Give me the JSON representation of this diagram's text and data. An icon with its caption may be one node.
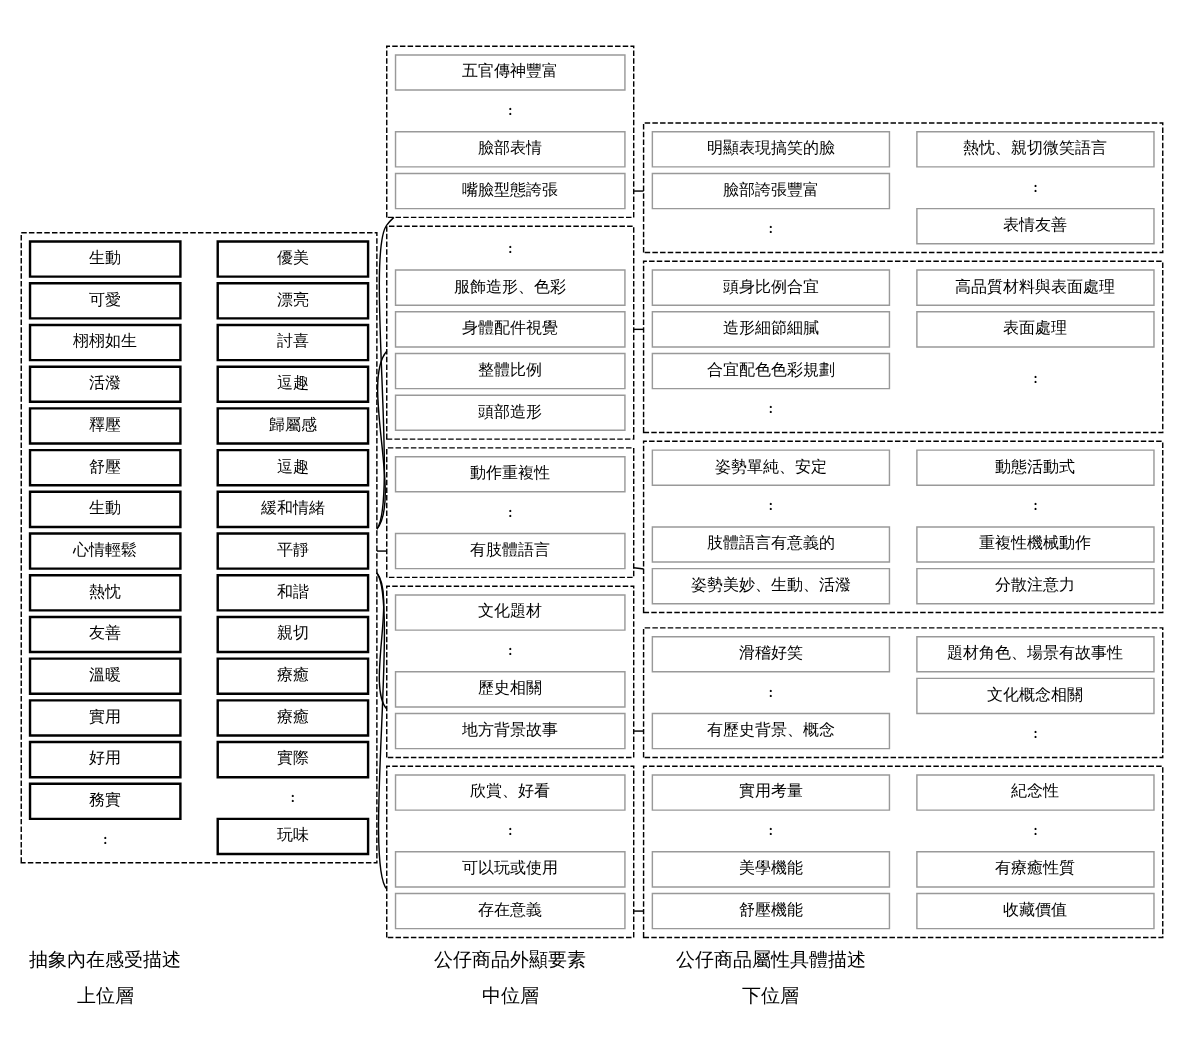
{
  "diagram": {
    "nodes": [
      {
        "text": [],
        "shape": "box"
      },
      {
        "text": [
          "生動"
        ],
        "in": 0
      },
      {
        "text": [
          "優美"
        ],
        "in": 0
      },
      {
        "text": [
          "可愛"
        ],
        "in": 0
      },
      {
        "text": [
          "漂亮"
        ],
        "in": 0
      },
      {
        "text": [
          "栩栩如生"
        ],
        "in": 0
      },
      {
        "text": [
          "討喜"
        ],
        "in": 0
      },
      {
        "text": [
          "活潑"
        ],
        "in": 0
      },
      {
        "text": [
          "逗趣"
        ],
        "in": 0
      },
      {
        "text": [
          "釋壓"
        ],
        "in": 0
      },
      {
        "text": [
          "歸屬感"
        ],
        "in": 0
      },
      {
        "text": [
          "舒壓"
        ],
        "in": 0
      },
      {
        "text": [
          "逗趣"
        ],
        "in": 0
      },
      {
        "text": [
          "生動"
        ],
        "in": 0
      },
      {
        "text": [
          "緩和情緒"
        ],
        "in": 0
      },
      {
        "text": [
          "心情輕鬆"
        ],
        "in": 0
      },
      {
        "text": [
          "平靜"
        ],
        "in": 0
      },
      {
        "text": [
          "熱忱"
        ],
        "in": 0
      },
      {
        "text": [
          "和諧"
        ],
        "in": 0
      },
      {
        "text": [
          "友善"
        ],
        "in": 0
      },
      {
        "text": [
          "親切"
        ],
        "in": 0
      },
      {
        "text": [
          "溫暖"
        ],
        "in": 0
      },
      {
        "text": [
          "療癒"
        ],
        "in": 0
      },
      {
        "text": [
          "實用"
        ],
        "in": 0
      },
      {
        "text": [
          "療癒"
        ],
        "in": 0
      },
      {
        "text": [
          "好用"
        ],
        "in": 0
      },
      {
        "text": [
          "實際"
        ],
        "in": 0
      },
      {
        "text": [
          "務實"
        ],
        "in": 0
      },
      {
        "text": [
          "玩味"
        ],
        "in": 0
      },
      {
        "text": [],
        "shape": "box"
      },
      {
        "text": [
          "頭部造形"
        ],
        "in": 29
      },
      {
        "text": [
          "服飾造形、色彩"
        ],
        "in": 29
      },
      {
        "text": [
          "身體配件視覺"
        ],
        "in": 29
      },
      {
        "text": [
          "整體比例"
        ],
        "in": 29
      },
      {
        "text": [],
        "shape": "box"
      },
      {
        "text": [
          "五官傳神豐富"
        ],
        "in": 34
      },
      {
        "text": [
          "嘴臉型態誇張"
        ],
        "in": 34
      },
      {
        "text": [
          "臉部表情"
        ],
        "in": 34
      },
      {
        "text": [],
        "shape": "box"
      },
      {
        "text": [
          "動作重複性"
        ],
        "in": 38
      },
      {
        "text": [
          "有肢體語言"
        ],
        "in": 38
      },
      {
        "text": [],
        "shape": "box"
      },
      {
        "text": [
          "文化題材"
        ],
        "in": 41
      },
      {
        "text": [
          "地方背景故事"
        ],
        "in": 41
      },
      {
        "text": [
          "歷史相關"
        ],
        "in": 41
      },
      {
        "text": [],
        "shape": "box"
      },
      {
        "text": [
          "欣賞、好看"
        ],
        "in": 45
      },
      {
        "text": [
          "存在意義"
        ],
        "in": 45
      },
      {
        "text": [
          "可以玩或使用"
        ],
        "in": 45
      },
      {
        "text": [],
        "shape": "box"
      },
      {
        "text": [
          "頭身比例合宜"
        ],
        "in": 49
      },
      {
        "text": [
          "造形細節細膩"
        ],
        "in": 49
      },
      {
        "text": [
          "合宜配色色彩規劃"
        ],
        "in": 49
      },
      {
        "text": [
          "高品質材料與表面處理"
        ],
        "in": 49
      },
      {
        "text": [
          "表面處理"
        ],
        "in": 49
      },
      {
        "text": [],
        "shape": "box"
      },
      {
        "text": [
          "明顯表現搞笑的臉"
        ],
        "in": 55
      },
      {
        "text": [
          "臉部誇張豐富"
        ],
        "in": 55
      },
      {
        "text": [
          "熱忱、親切微笑語言"
        ],
        "in": 55
      },
      {
        "text": [
          "表情友善"
        ],
        "in": 55
      },
      {
        "text": [],
        "shape": "box"
      },
      {
        "text": [
          "姿勢單純、安定"
        ],
        "in": 60
      },
      {
        "text": [
          "姿勢美妙、生動、活潑"
        ],
        "in": 60
      },
      {
        "text": [
          "肢體語言有意義的"
        ],
        "in": 60
      },
      {
        "text": [
          "動態活動式"
        ],
        "in": 60
      },
      {
        "text": [
          "分散注意力"
        ],
        "in": 60
      },
      {
        "text": [
          "重複性機械動作"
        ],
        "in": 60
      },
      {
        "text": [],
        "shape": "box"
      },
      {
        "text": [
          "滑稽好笑"
        ],
        "in": 67
      },
      {
        "text": [
          "有歷史背景、概念"
        ],
        "in": 67
      },
      {
        "text": [
          "題材角色、場景有故事性"
        ],
        "in": 67
      },
      {
        "text": [
          "文化概念相關"
        ],
        "in": 67
      },
      {
        "text": [],
        "shape": "box"
      },
      {
        "text": [
          "實用考量"
        ],
        "in": 72
      },
      {
        "text": [
          "舒壓機能"
        ],
        "in": 72
      },
      {
        "text": [
          "美學機能"
        ],
        "in": 72
      },
      {
        "text": [
          "紀念性"
        ],
        "in": 72
      },
      {
        "text": [
          "收藏價值"
        ],
        "in": 72
      },
      {
        "text": [
          "有療癒性質"
        ],
        "in": 72
      }
    ],
    "edges": [
      {
        "from": 0,
        "to": 29,
        "arrow": "none"
      },
      {
        "from": 0,
        "to": 34,
        "arrow": "none"
      },
      {
        "from": 0,
        "to": 38,
        "arrow": "none"
      },
      {
        "from": 0,
        "to": 41,
        "arrow": "none"
      },
      {
        "from": 0,
        "to": 45,
        "arrow": "none"
      },
      {
        "from": 29,
        "to": 49,
        "arrow": "none"
      },
      {
        "from": 34,
        "to": 55,
        "arrow": "none"
      },
      {
        "from": 38,
        "to": 60,
        "arrow": "none"
      },
      {
        "from": 41,
        "to": 67,
        "arrow": "none"
      },
      {
        "from": 45,
        "to": 72,
        "arrow": "none"
      }
    ],
    "labels": [
      "上位層",
      "抽象內在感受描述",
      "中位層",
      "公仔商品外顯要素",
      "下位層",
      "公仔商品屬性具體描述",
      ":",
      ":",
      ":",
      ":",
      ":",
      ":",
      ":",
      ":",
      ":",
      ":",
      ":",
      ":",
      ":",
      ":",
      ":",
      ":",
      ":"
    ]
  }
}
